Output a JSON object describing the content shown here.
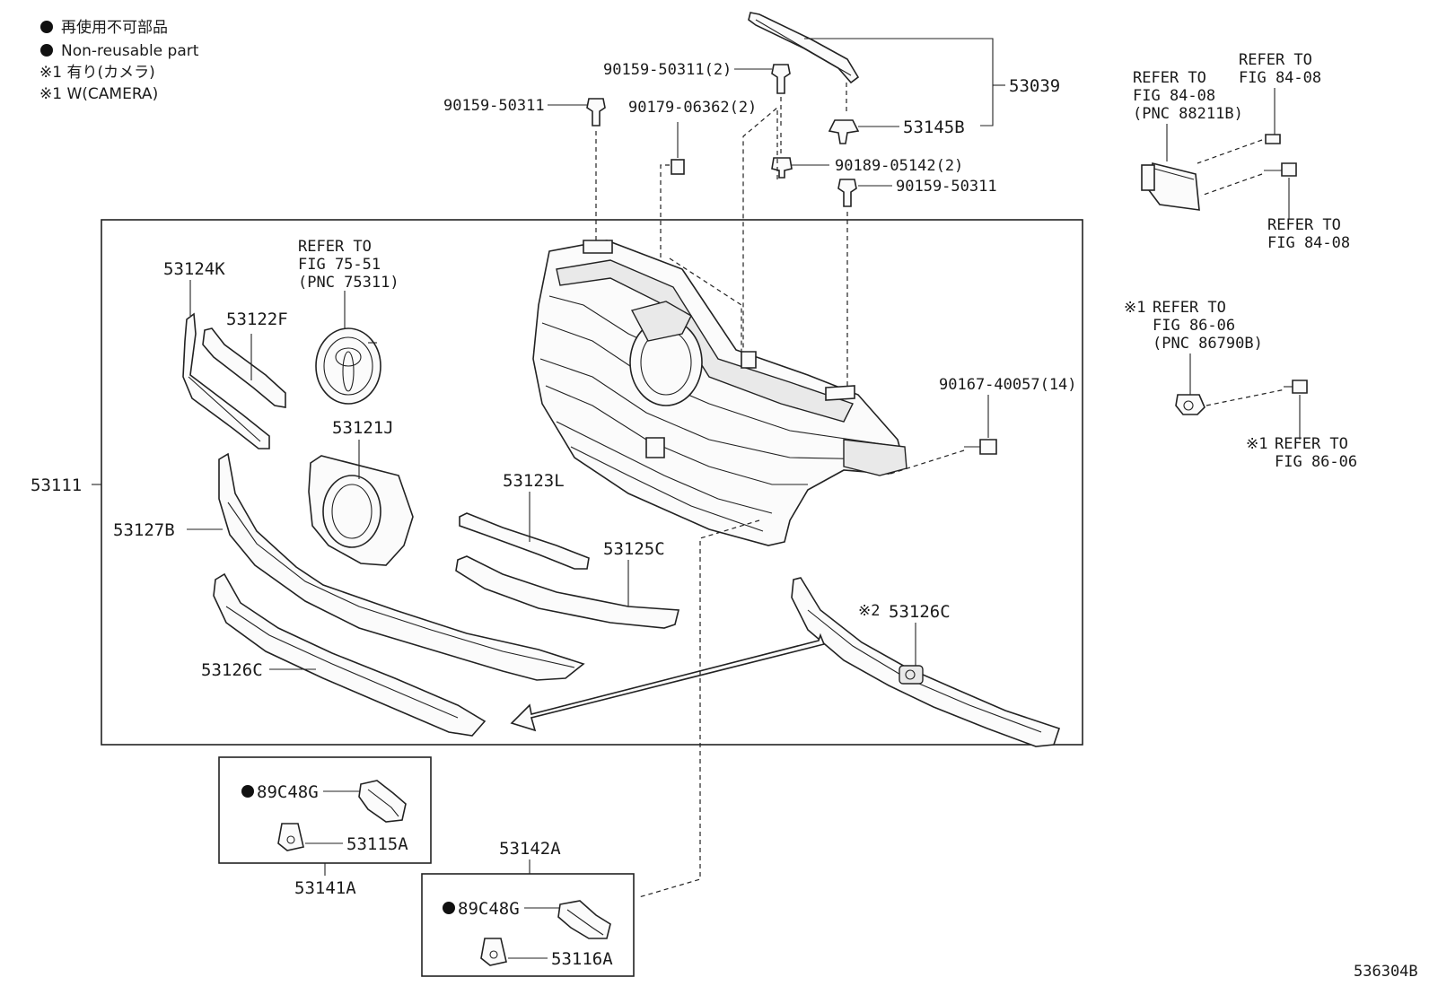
{
  "legend": {
    "line1": "再使用不可部品",
    "line2": "Non-reusable part",
    "line3": "※1 有り(カメラ)",
    "line4": "※1 W(CAMERA)"
  },
  "labels": {
    "p90159_top": "90159-50311(2)",
    "p90159_left": "90159-50311",
    "p90179": "90179-06362(2)",
    "p53039": "53039",
    "p53145B": "53145B",
    "p90189": "90189-05142(2)",
    "p90159_right": "90159-50311",
    "p53124K": "53124K",
    "p53122F": "53122F",
    "p53121J": "53121J",
    "p53111": "53111",
    "p53127B": "53127B",
    "p53123L": "53123L",
    "p53125C": "53125C",
    "p53126C_left": "53126C",
    "p53126C_right": "53126C",
    "p90167": "90167-40057(14)",
    "p89C48G_a": "89C48G",
    "p53115A": "53115A",
    "p53141A": "53141A",
    "p53142A": "53142A",
    "p89C48G_b": "89C48G",
    "p53116A": "53116A",
    "mark2": "※2",
    "mark1a": "※1",
    "mark1b": "※1",
    "drawing_no": "536304B"
  },
  "refs": {
    "emblem": [
      "REFER TO",
      "FIG 75-51",
      "(PNC 75311)"
    ],
    "sensor_top_left": [
      "REFER TO",
      "FIG 84-08",
      "(PNC 88211B)"
    ],
    "sensor_top_right": [
      "REFER TO",
      "FIG 84-08"
    ],
    "sensor_bottom": [
      "REFER TO",
      "FIG 84-08"
    ],
    "camera": [
      "REFER TO",
      "FIG 86-06",
      "(PNC 86790B)"
    ],
    "camera_bolt": [
      "REFER TO",
      "FIG 86-06"
    ]
  }
}
